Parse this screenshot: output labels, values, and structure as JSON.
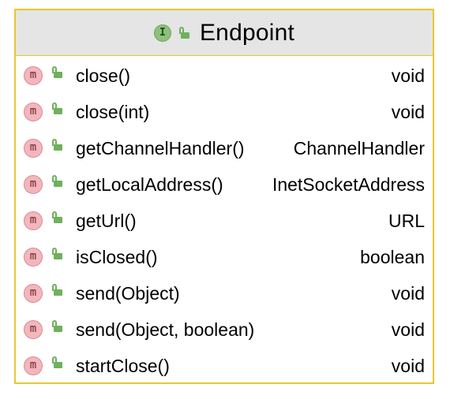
{
  "interface": {
    "icon_letter": "I",
    "name": "Endpoint",
    "border_color": "#e9c82f",
    "header_bg": "#e5e5e5"
  },
  "methods": [
    {
      "icon_letter": "m",
      "name": "close()",
      "return_type": "void"
    },
    {
      "icon_letter": "m",
      "name": "close(int)",
      "return_type": "void"
    },
    {
      "icon_letter": "m",
      "name": "getChannelHandler()",
      "return_type": "ChannelHandler"
    },
    {
      "icon_letter": "m",
      "name": "getLocalAddress()",
      "return_type": "InetSocketAddress"
    },
    {
      "icon_letter": "m",
      "name": "getUrl()",
      "return_type": "URL"
    },
    {
      "icon_letter": "m",
      "name": "isClosed()",
      "return_type": "boolean"
    },
    {
      "icon_letter": "m",
      "name": "send(Object)",
      "return_type": "void"
    },
    {
      "icon_letter": "m",
      "name": "send(Object, boolean)",
      "return_type": "void"
    },
    {
      "icon_letter": "m",
      "name": "startClose()",
      "return_type": "void"
    }
  ],
  "icons": {
    "interface": "interface-icon",
    "method": "method-icon",
    "visibility": "public-lock-icon"
  }
}
